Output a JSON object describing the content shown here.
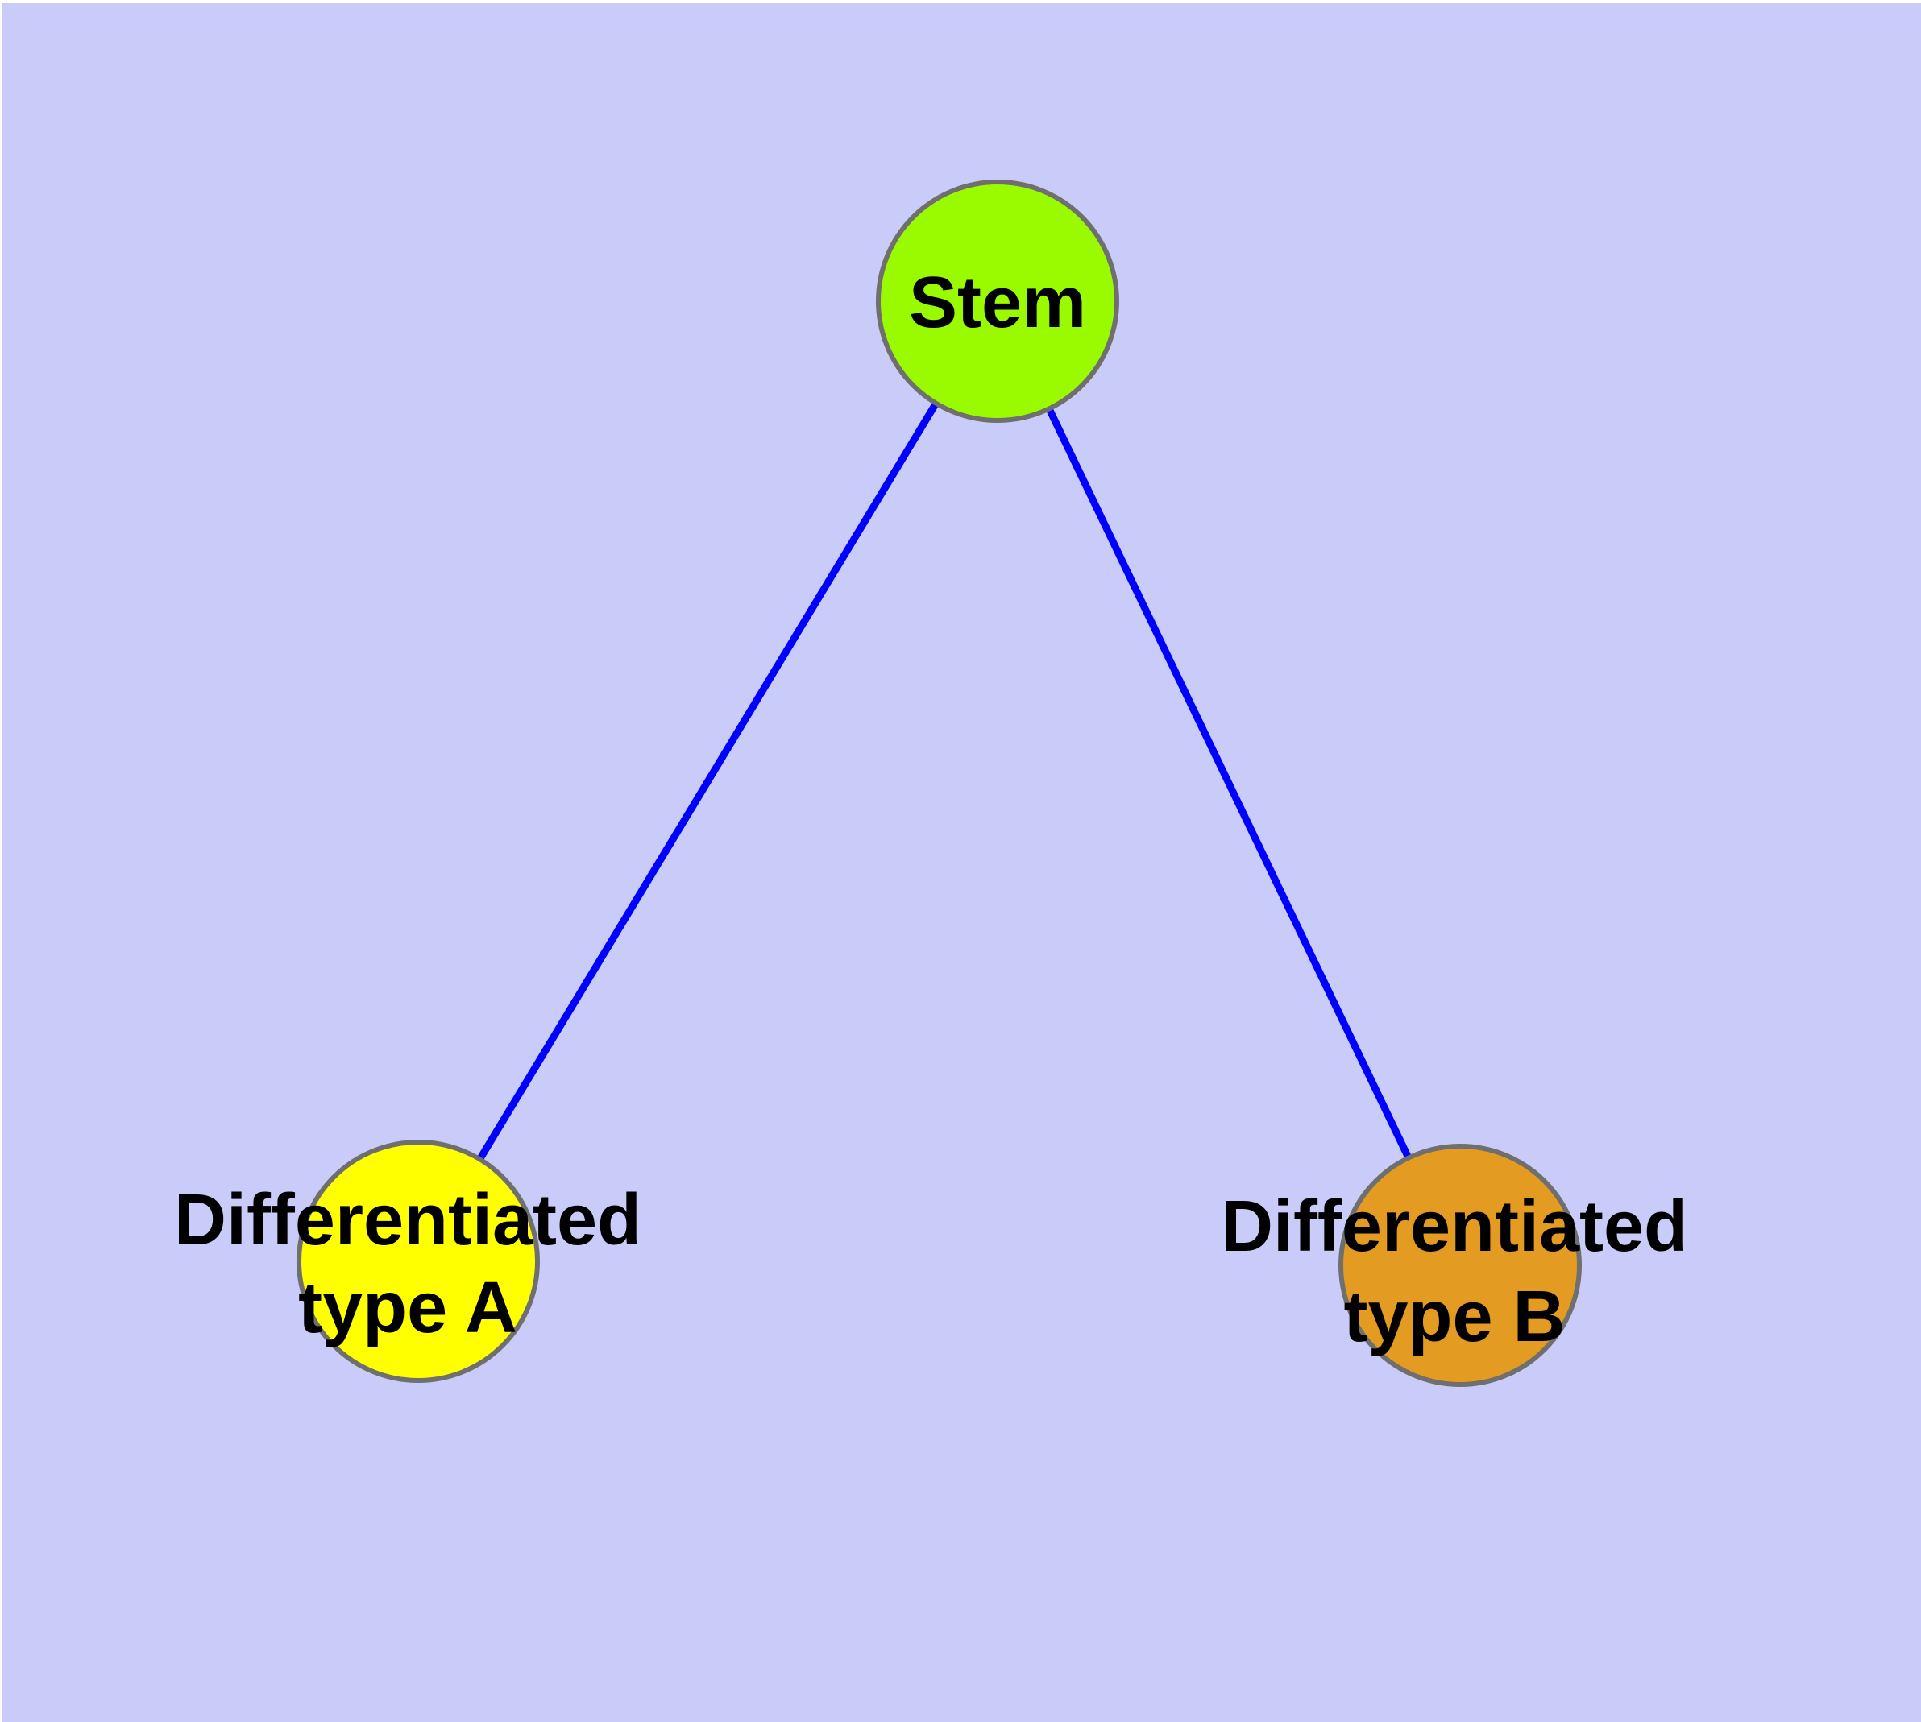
{
  "diagram": {
    "type": "node-edge-tree",
    "nodes": [
      {
        "id": "stem",
        "label": "Stem",
        "lines": [
          "Stem"
        ],
        "shape": "circle",
        "fill": "#9AFB00"
      },
      {
        "id": "differentiated-type-a",
        "label": "Differentiated type A",
        "lines": [
          "Differentiated",
          "type A"
        ],
        "shape": "circle",
        "fill": "#FFFF00"
      },
      {
        "id": "differentiated-type-b",
        "label": "Differentiated type B",
        "lines": [
          "Differentiated",
          "type B"
        ],
        "shape": "circle",
        "fill": "#E39B21"
      }
    ],
    "edges": [
      {
        "from": "Stem",
        "to": "Differentiated type A"
      },
      {
        "from": "Stem",
        "to": "Differentiated type B"
      }
    ]
  },
  "colors": {
    "canvas": "#C9CCF8",
    "edge": "#0000FF",
    "node_border": "#6F6F6F",
    "text": "#000000"
  }
}
